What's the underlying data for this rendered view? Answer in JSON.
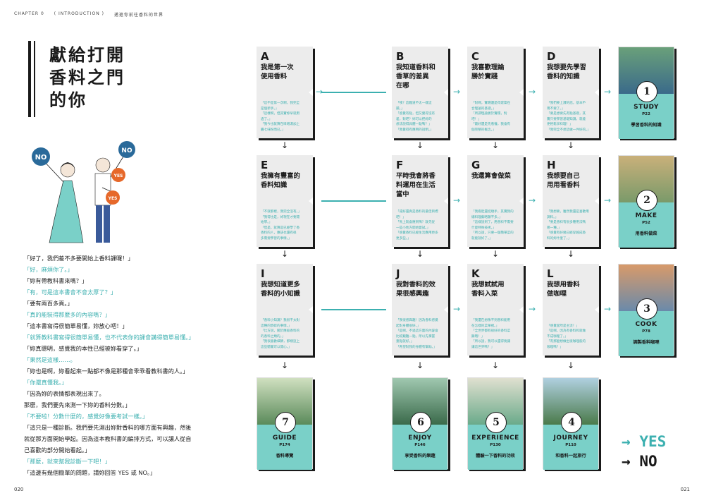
{
  "header": {
    "chapter": "CHAPTER 0",
    "section": "( INTRODUCTION )",
    "subtitle": "邁進你前往香料的世界"
  },
  "title": "獻給打開\n香料之門\n的你",
  "illustration": {
    "signs": [
      "NO",
      "NO",
      "YES",
      "YES"
    ]
  },
  "dialogue": [
    {
      "text": "「好了，我們差不多要開始上香料課囉！」",
      "color": "black"
    },
    {
      "text": "「好，麻煩你了。」",
      "color": "teal"
    },
    {
      "text": "「妳有帶教科書來嗎？」",
      "color": "black"
    },
    {
      "text": "「有，可是這本書會不會太厚了？」",
      "color": "teal"
    },
    {
      "text": "「要有兩百多頁。」",
      "color": "black"
    },
    {
      "text": "「真的能裝得那麼多的內容嗎？」",
      "color": "teal"
    },
    {
      "text": "「這本書寫得很簡單易懂，妳放心吧！」",
      "color": "black"
    },
    {
      "text": "「就算教科書寫得很簡單易懂，也不代表你的課會講得簡單易懂。」",
      "color": "teal"
    },
    {
      "text": "「妳真聰明，感覺我的本性已經被妳看穿了。」",
      "color": "black"
    },
    {
      "text": "「果然是這樣……。",
      "color": "teal"
    },
    {
      "text": "「妳也是啊，妳看起來一點都不像是那種會乖乖看教科書的人。」",
      "color": "black"
    },
    {
      "text": "「你還真懂我。」",
      "color": "teal"
    },
    {
      "text": "「因為妳的表情都表現出來了。",
      "color": "black"
    },
    {
      "text": "那麼，我們要先來測一下妳的香料分數。」",
      "color": "black"
    },
    {
      "text": "「不要啦！分數什麼的，感覺好像要考試一樣。」",
      "color": "teal"
    },
    {
      "text": "「這只是一種診斷。我們要先測出妳對香料的哪方面有興趣，然後",
      "color": "black"
    },
    {
      "text": "就從那方面開始學起。因為這本教科書的編排方式，可以讓人從自",
      "color": "black"
    },
    {
      "text": "己喜歡的部分開始看起。」",
      "color": "black"
    },
    {
      "text": "「那麼，就來幫我診斷一下吧！」",
      "color": "teal"
    },
    {
      "text": "「這邊有幾個簡單的問題，請妳回答 YES 或 NO。」",
      "color": "black"
    }
  ],
  "cards": {
    "A": {
      "letter": "A",
      "question": "我是第一次\n使用香料",
      "answers": [
        "「這不是第一次啊，我完全",
        "是個新手。」",
        "「這樣啊，但其實妳早就用",
        "過了。」",
        "「我今也就算在味噌湯加上",
        "醬七味粉而已。」"
      ]
    },
    "B": {
      "letter": "B",
      "question": "我知道香料和\n香草的差異\n在哪",
      "answers": [
        "「咦？這難道不太一樣這",
        "題。」",
        "「感覺有點，但又覺得沒有",
        "差，對吧？妳可以把妳的",
        "想法說得具體一點嗎？」",
        "「我覺得有應用的說明。」"
      ]
    },
    "C": {
      "letter": "C",
      "question": "我喜歡理論\n勝於實踐",
      "answers": [
        "「對啊，實踐還是得建築在",
        "合理論的基礎。」",
        "「所謂理論勝於實踐，對",
        "吧！」",
        "「最好還是先看懂，我會有",
        "個完整的概念。」"
      ]
    },
    "D": {
      "letter": "D",
      "question": "我想要先學習\n香料的知識",
      "answers": [
        "「我們要上課的話，基本不",
        "用不要了。」",
        "「要是想要先有點基礎，其",
        "實只要學習基礎知識，就能",
        "更輕鬆享料理！」",
        "「我完全不想這做一件好的。」"
      ]
    },
    "E": {
      "letter": "E",
      "question": "我擁有豐富的\n香料知識",
      "answers": [
        "「不就那樣，我完全沒有。」",
        "「我得也是，妳現在才要開",
        "始學。」",
        "「但是，就算是已經學了香",
        "香料的人，應該也還有很",
        "多需要學習的事情。」"
      ]
    },
    "F": {
      "letter": "F",
      "question": "平時我會將香\n料運用在生活\n當中",
      "answers": [
        "「咸好還真是香料的最佳目標",
        "吧！」",
        "「馬上就會應到嗎？就先從",
        "一些小地方開始嘗試。」",
        "「感覺香料已經生活應用更多",
        "更多些。」"
      ]
    },
    "G": {
      "letter": "G",
      "question": "我還算會做菜",
      "answers": [
        "「我看起還挺順手，其實我的",
        "總料理藝略顯不多。」",
        "「這樣說到了，用香料不需要",
        "什麼特殊技術。」",
        "「所以說，只要一個簡單菜的",
        "就能就好了。」"
      ]
    },
    "H": {
      "letter": "H",
      "question": "我想要自己\n用用看香料",
      "answers": [
        "「我想要，雖然我還是喜歡用",
        "調料。」",
        "「要是香料有很多種用法嗎",
        "哪一種。」",
        "「感覺有好幾已經穿越成香",
        "料的妳什麼了。」"
      ]
    },
    "I": {
      "letter": "I",
      "question": "我想知道更多\n香料的小知識",
      "answers": [
        "「香料小知識？我很不太對",
        "這種的瑣碎的事情。」",
        "「比方說，關於應般香料的",
        "的香料之類的。」",
        "「我很喜歡細節，那樣這上",
        "這些聽聞可以開心。」"
      ]
    },
    "J": {
      "letter": "J",
      "question": "我對香料的效\n果很感興趣",
      "answers": [
        "「我很感興趣！因為香料感覺",
        "起對身體很好。」",
        "「是啊，不過這方面的內容會",
        "比較艱難一點，所以先掌握",
        "重點就好。」",
        "「希望對我的身體有幫助。」"
      ]
    },
    "K": {
      "letter": "K",
      "question": "我想試試用\n香料入菜",
      "answers": [
        "「我還在想像不到香料能用",
        "在怎樣的菜單裡。」",
        "「全世界都有很好的香料菜",
        "餚哦！」",
        "「所以說，我可以還得要讓",
        "讓這世界嗎？」"
      ]
    },
    "L": {
      "letter": "L",
      "question": "我想用香料\n做咖哩",
      "answers": [
        "「感覺當然是主流！」",
        "「是啊，因為有香料和就做",
        "不成咖哩了。」",
        "「有那麼想做出很咖哩般的",
        "咖哩嗎？」"
      ]
    }
  },
  "targets": [
    {
      "id": "1",
      "num": "1",
      "en": "STUDY",
      "page": "P22",
      "zh": "學習香料的知識"
    },
    {
      "id": "2",
      "num": "2",
      "en": "MAKE",
      "page": "P52",
      "zh": "用香料做菜"
    },
    {
      "id": "3",
      "num": "3",
      "en": "COOK",
      "page": "P78",
      "zh": "調製香料咖哩"
    },
    {
      "id": "4",
      "num": "4",
      "en": "JOURNEY",
      "page": "P110",
      "zh": "和香料一起旅行"
    },
    {
      "id": "5",
      "num": "5",
      "en": "EXPERIENCE",
      "page": "P130",
      "zh": "體驗一下香料的功效"
    },
    {
      "id": "6",
      "num": "6",
      "en": "ENJOY",
      "page": "P146",
      "zh": "享受香料的樂趣"
    },
    {
      "id": "7",
      "num": "7",
      "en": "GUIDE",
      "page": "P174",
      "zh": "香料導覽"
    }
  ],
  "legend": {
    "yes": "YES",
    "no": "NO",
    "yes_arrow": "→",
    "no_arrow": "→"
  },
  "arrows": {
    "right": "→",
    "down": "↓"
  },
  "page_numbers": {
    "left": "020",
    "right": "021"
  },
  "colors": {
    "teal": "#3cb0b0",
    "card_bg": "#ececec",
    "target_lower": "#7ad0c8"
  }
}
